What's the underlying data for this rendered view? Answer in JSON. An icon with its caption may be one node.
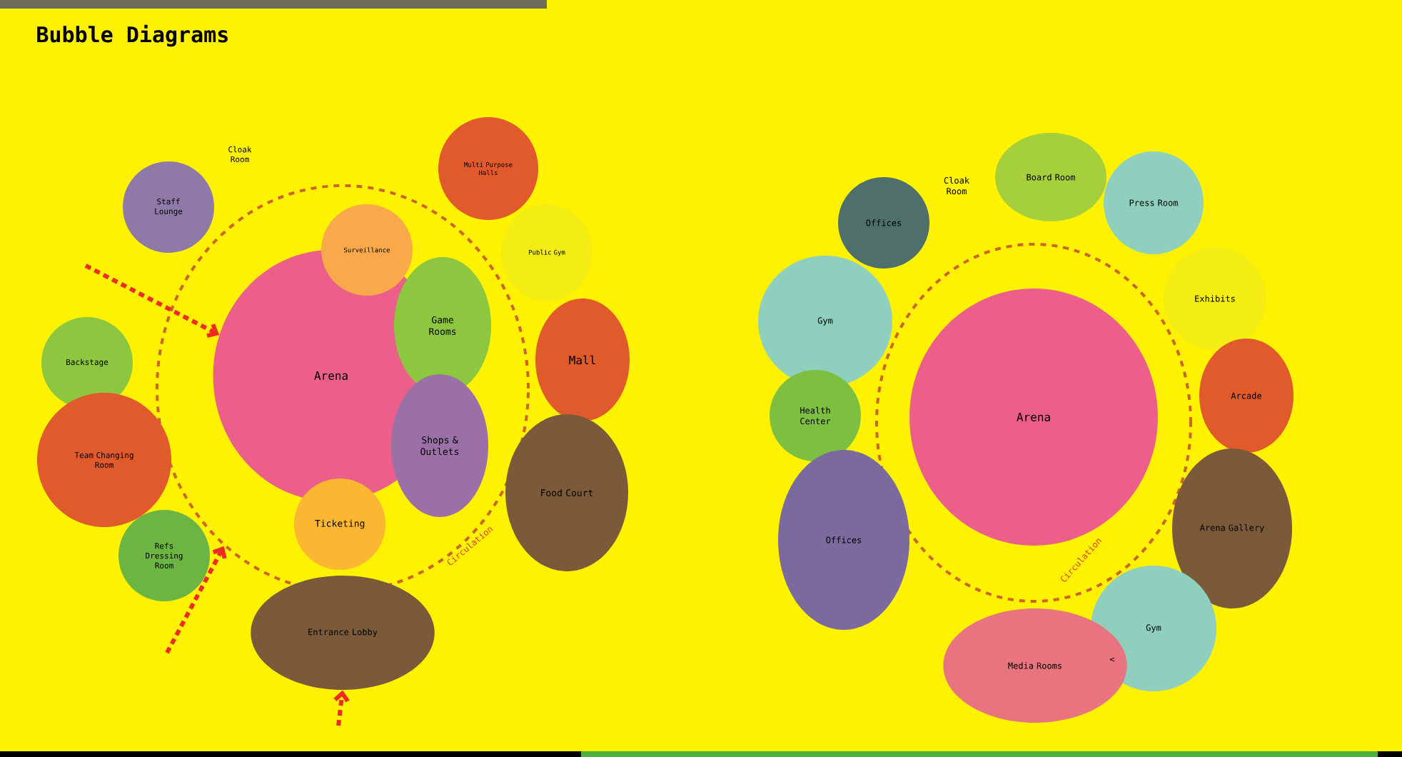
{
  "diagram": {
    "title": "Bubble Diagrams",
    "nodes": [
      {
        "text": [
          "Circulation"
        ]
      },
      {
        "text": [
          "Arena"
        ],
        "in": 0
      },
      {
        "text": [
          "Surveillance"
        ],
        "in": 0
      },
      {
        "text": [
          "Game Rooms"
        ],
        "in": 0
      },
      {
        "text": [
          "Shops & Outlets"
        ],
        "in": 0
      },
      {
        "text": [
          "Ticketing"
        ],
        "in": 0
      },
      {
        "text": [
          "Entrance Lobby"
        ]
      },
      {
        "text": [
          "Staff Lounge"
        ]
      },
      {
        "text": [
          "Backstage"
        ]
      },
      {
        "text": [
          "Team Changing Room"
        ]
      },
      {
        "text": [
          "Refs Dressing Room"
        ]
      },
      {
        "text": [
          "Multi Purpose Halls"
        ]
      },
      {
        "text": [
          "Public Gym"
        ]
      },
      {
        "text": [
          "Mall"
        ]
      },
      {
        "text": [
          "Food Court"
        ]
      },
      {
        "text": [
          "Circulation"
        ]
      },
      {
        "text": [
          "Arena"
        ],
        "in": 15
      },
      {
        "text": [
          "Offices"
        ]
      },
      {
        "text": [
          "Board Room"
        ]
      },
      {
        "text": [
          "Press Room"
        ]
      },
      {
        "text": [
          "Gym"
        ]
      },
      {
        "text": [
          "Exhibits"
        ]
      },
      {
        "text": [
          "Health Center"
        ]
      },
      {
        "text": [
          "Arcade"
        ]
      },
      {
        "text": [
          "Offices"
        ]
      },
      {
        "text": [
          "Arena Gallery"
        ]
      },
      {
        "text": [
          "Gym"
        ]
      },
      {
        "text": [
          "Media Rooms"
        ]
      }
    ],
    "edges": [
      {
        "from": null,
        "to": 1,
        "arrow": "to",
        "style": "dashed"
      },
      {
        "from": null,
        "to": 0,
        "arrow": "to",
        "style": "dashed"
      },
      {
        "from": null,
        "to": 6,
        "arrow": "to",
        "style": "dashed"
      }
    ],
    "labels": [
      "Cloak Room",
      "Cloak Room",
      "<"
    ]
  }
}
